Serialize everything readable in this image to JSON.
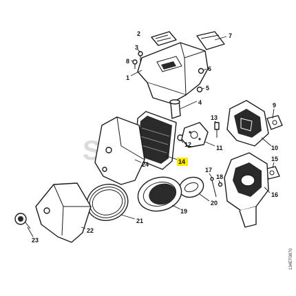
{
  "callouts": {
    "c1": "1",
    "c2": "2",
    "c3": "3",
    "c4": "4",
    "c5": "5",
    "c6": "6",
    "c7": "7",
    "c8": "8",
    "c9": "9",
    "c10": "10",
    "c11": "11",
    "c12": "12",
    "c13": "13",
    "c14": "14",
    "c15": "15",
    "c16": "16",
    "c17": "17",
    "c18": "18",
    "c19": "19",
    "c20": "20",
    "c21": "21",
    "c22": "22",
    "c23": "23",
    "c24": "24"
  },
  "highlight_color": "#ffe800",
  "watermark": "Stihlku",
  "drawing_code": "134ET0870"
}
